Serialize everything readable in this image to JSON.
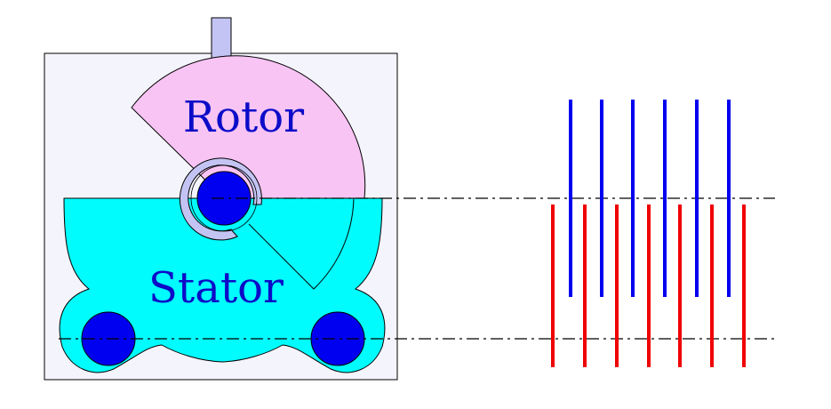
{
  "labels": {
    "rotor": "Rotor",
    "stator": "Stator"
  },
  "colors": {
    "housing_fill": "#f4f4fc",
    "shaft_fill": "#c4c4f4",
    "rotor_fill": "#f8c4f4",
    "stator_fill": "#00fcfc",
    "bearing_fill": "#0000f0",
    "bushing_fill": "#c4c4f4",
    "text": "#0c0cc8",
    "rotor_plates": "#0000f0",
    "stator_plates": "#f00000",
    "centerline": "#000000"
  },
  "plates": {
    "rotor_count": 6,
    "stator_count": 7
  }
}
